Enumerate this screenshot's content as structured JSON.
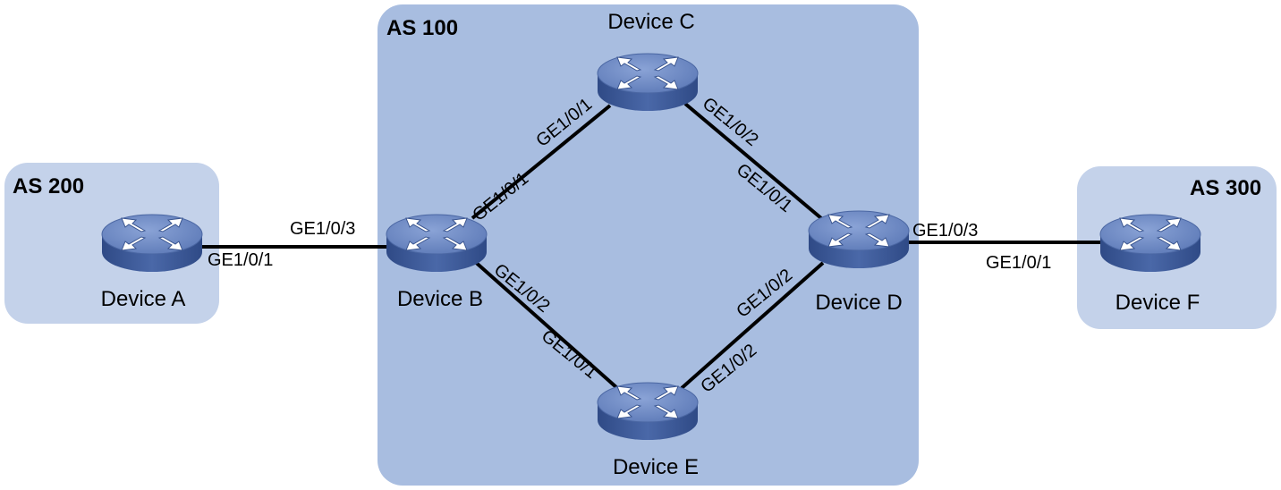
{
  "as_groups": {
    "as100": "AS 100",
    "as200": "AS 200",
    "as300": "AS 300"
  },
  "devices": {
    "a": "Device A",
    "b": "Device B",
    "c": "Device C",
    "d": "Device D",
    "e": "Device E",
    "f": "Device F"
  },
  "ports": {
    "a_b_a": "GE1/0/1",
    "a_b_b": "GE1/0/3",
    "b_c_b": "GE1/0/1",
    "b_c_c": "GE1/0/1",
    "c_d_c": "GE1/0/2",
    "c_d_d": "GE1/0/1",
    "b_e_b": "GE1/0/2",
    "b_e_e": "GE1/0/1",
    "e_d_e": "GE1/0/2",
    "e_d_d": "GE1/0/2",
    "d_f_d": "GE1/0/3",
    "d_f_f": "GE1/0/1"
  },
  "colors": {
    "as_fill": "#a8bde0",
    "as_small_fill": "#c4d2ea",
    "router_top": "#6d8ac4",
    "router_side": "#3d5a96"
  },
  "icon": "router-icon"
}
